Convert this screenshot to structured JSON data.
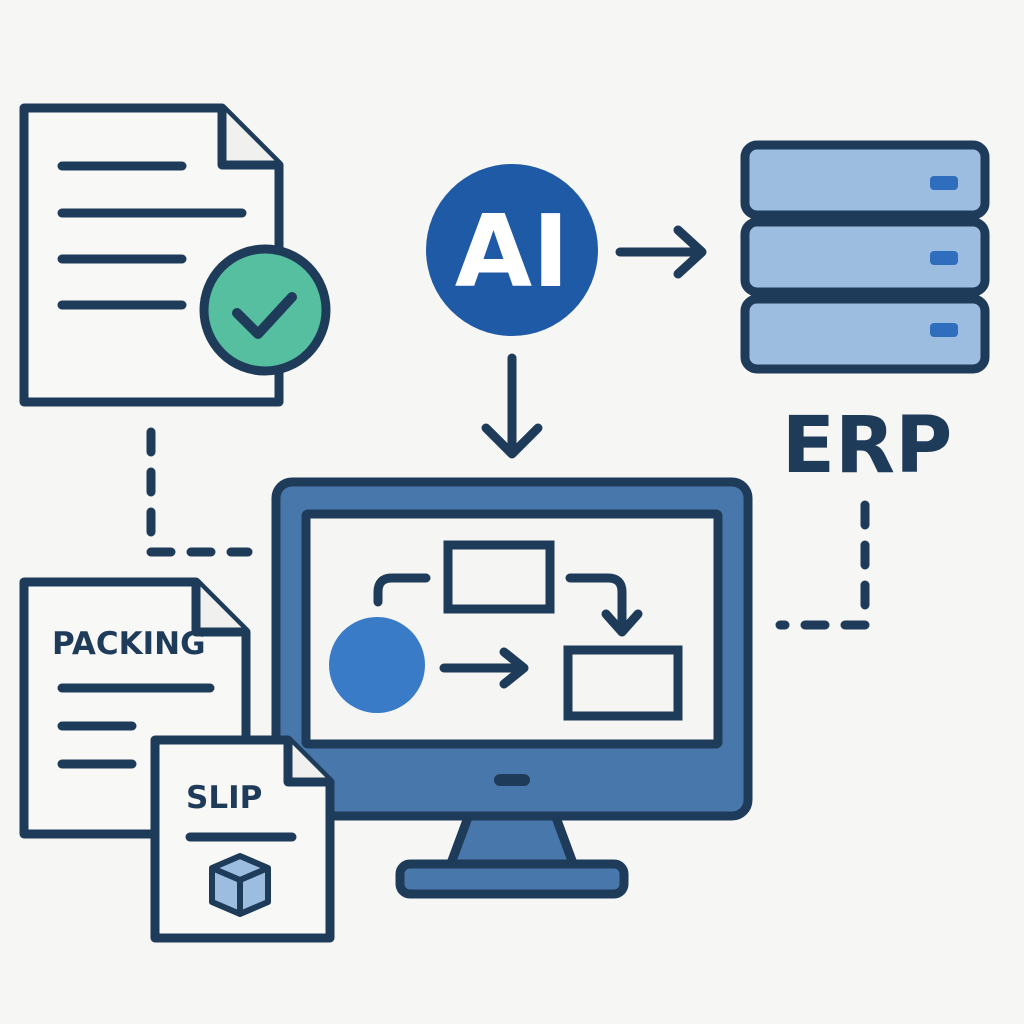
{
  "colors": {
    "background": "#f6f6f4",
    "outline": "#1f3b5a",
    "paper": "#f8f8f6",
    "ai_circle": "#1f5aa6",
    "check_circle": "#55bf9f",
    "erp_fill": "#9dbde0",
    "erp_led": "#2f6dbd",
    "monitor_body": "#4878ab",
    "process_circle": "#3a7bc8",
    "box_icon": "#9dbde0"
  },
  "labels": {
    "ai": "AI",
    "erp": "ERP",
    "packing": "PACKING",
    "slip": "SLIP"
  },
  "icons": [
    "document-check-icon",
    "ai-badge-icon",
    "server-stack-icon",
    "monitor-icon",
    "process-flow-icon",
    "packing-slip-icon",
    "package-box-icon"
  ]
}
